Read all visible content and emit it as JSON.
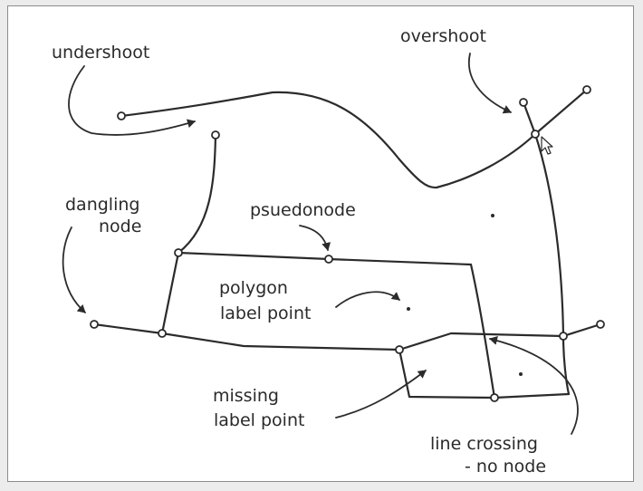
{
  "labels": {
    "undershoot": "undershoot",
    "overshoot": "overshoot",
    "dangling_1": "dangling",
    "dangling_2": "node",
    "pseudonode": "psuedonode",
    "polygon_1": "polygon",
    "polygon_2": "label point",
    "missing_1": "missing",
    "missing_2": "label point",
    "crossing_1": "line crossing",
    "crossing_2": "- no node"
  },
  "colors": {
    "ink": "#2b2b2b",
    "paper": "#ffffff",
    "backdrop": "#ececec"
  },
  "icons": {
    "cursor": "mouse-pointer-icon"
  }
}
